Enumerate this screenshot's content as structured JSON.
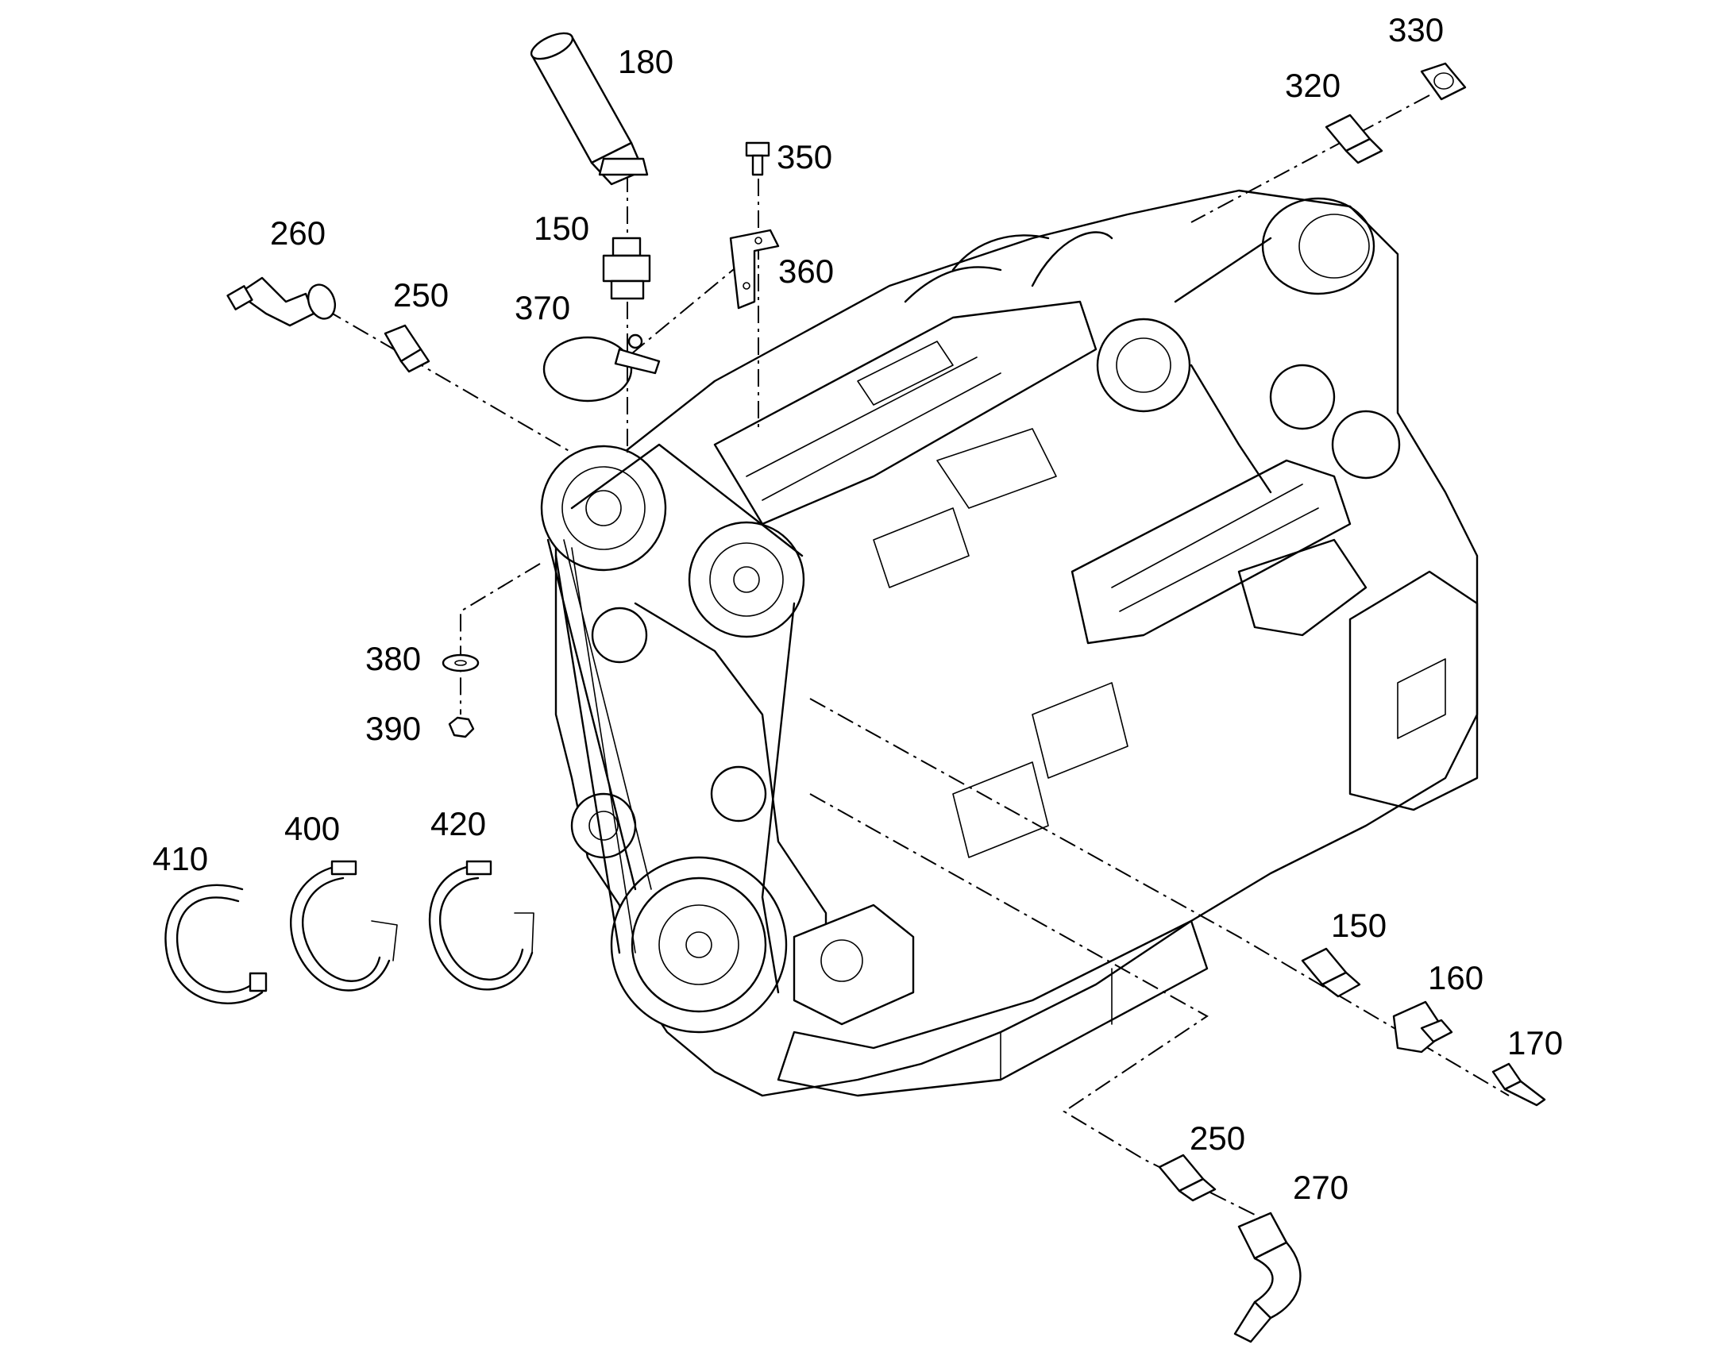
{
  "callouts": {
    "c180": "180",
    "c330": "330",
    "c320": "320",
    "c350": "350",
    "c150_top": "150",
    "c260": "260",
    "c360": "360",
    "c250_top": "250",
    "c370": "370",
    "c380": "380",
    "c390": "390",
    "c400": "400",
    "c410": "410",
    "c420": "420",
    "c150_right": "150",
    "c160": "160",
    "c170": "170",
    "c250_bottom": "250",
    "c270": "270"
  },
  "colors": {
    "ink": "#000000",
    "background": "#ffffff"
  }
}
